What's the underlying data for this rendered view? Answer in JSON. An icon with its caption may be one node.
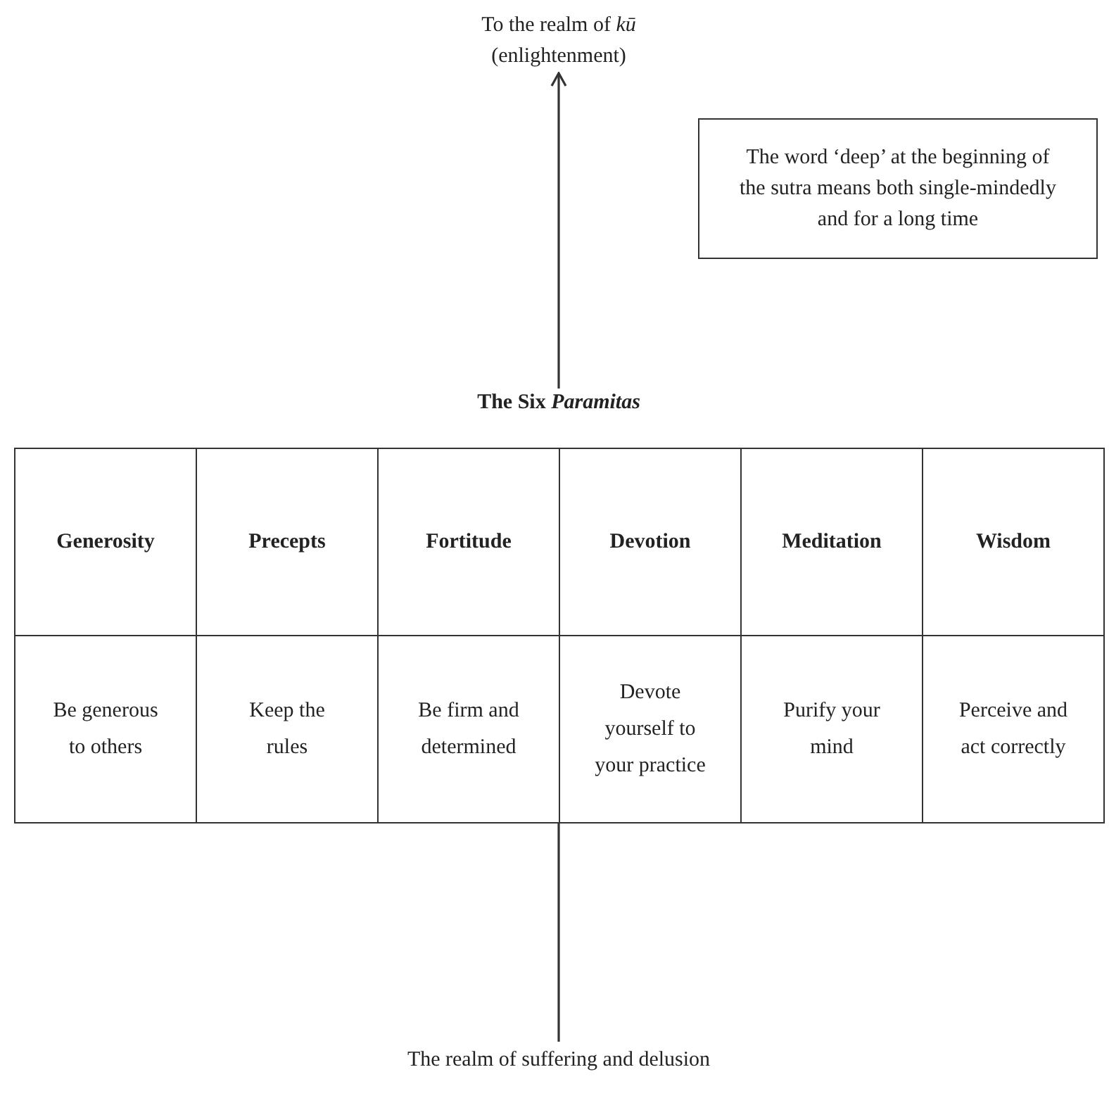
{
  "diagram": {
    "nodes": [
      {
        "text": [
          "To the realm of *kū* (enlightenment)"
        ]
      },
      {
        "text": [
          "The word ‘deep’ at the beginning of the sutra means both single-mindedly and for a long time"
        ]
      },
      {
        "text": [
          "The Six *Paramitas*"
        ]
      },
      {
        "text": [
          "Generosity"
        ],
        "in": 2
      },
      {
        "text": [
          "Precepts"
        ],
        "in": 2
      },
      {
        "text": [
          "Fortitude"
        ],
        "in": 2
      },
      {
        "text": [
          "Devotion"
        ],
        "in": 2
      },
      {
        "text": [
          "Meditation"
        ],
        "in": 2
      },
      {
        "text": [
          "Wisdom"
        ],
        "in": 2
      },
      {
        "text": [
          "Be generous to others"
        ],
        "in": 2
      },
      {
        "text": [
          "Keep the rules"
        ],
        "in": 2
      },
      {
        "text": [
          "Be firm and determined"
        ],
        "in": 2
      },
      {
        "text": [
          "Devote yourself to your practice"
        ],
        "in": 2
      },
      {
        "text": [
          "Purify your mind"
        ],
        "in": 2
      },
      {
        "text": [
          "Perceive and act correctly"
        ],
        "in": 2
      },
      {
        "text": [
          "The realm of suffering and delusion"
        ]
      }
    ],
    "edges": [
      {
        "from": 15,
        "to": 2,
        "arrow": "none"
      },
      {
        "from": 2,
        "to": 0,
        "arrow": "to"
      }
    ]
  }
}
